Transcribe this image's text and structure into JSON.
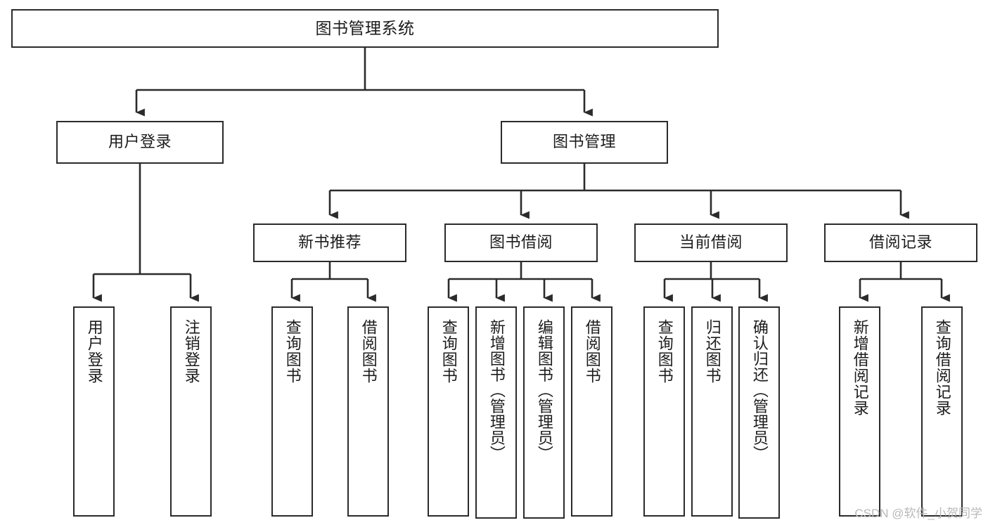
{
  "diagram": {
    "title": "图书管理系统",
    "type": "tree-hierarchy",
    "orientation": "top-down",
    "colors": {
      "box_border": "#2b2b2b",
      "box_fill": "#ffffff",
      "connector": "#2b2b2b",
      "text": "#1c1c1c",
      "watermark": "#b9b9b9",
      "background": "#ffffff"
    }
  },
  "root": {
    "label": "图书管理系统"
  },
  "level1": [
    {
      "label": "用户登录"
    },
    {
      "label": "图书管理"
    }
  ],
  "level2": [
    {
      "label": "新书推荐"
    },
    {
      "label": "图书借阅"
    },
    {
      "label": "当前借阅"
    },
    {
      "label": "借阅记录"
    }
  ],
  "leaves": {
    "user_login": [
      {
        "label": "用户登录"
      },
      {
        "label": "注销登录"
      }
    ],
    "new_book_recommend": [
      {
        "label": "查询图书"
      },
      {
        "label": "借阅图书"
      }
    ],
    "book_borrow": [
      {
        "label": "查询图书"
      },
      {
        "label": "新增图书（管理员）"
      },
      {
        "label": "编辑图书（管理员）"
      },
      {
        "label": "借阅图书"
      }
    ],
    "current_borrow": [
      {
        "label": "查询图书"
      },
      {
        "label": "归还图书"
      },
      {
        "label": "确认归还（管理员）"
      }
    ],
    "borrow_record": [
      {
        "label": "新增借阅记录"
      },
      {
        "label": "查询借阅记录"
      }
    ]
  },
  "watermark": {
    "text": "CSDN @软件_小贺同学"
  }
}
